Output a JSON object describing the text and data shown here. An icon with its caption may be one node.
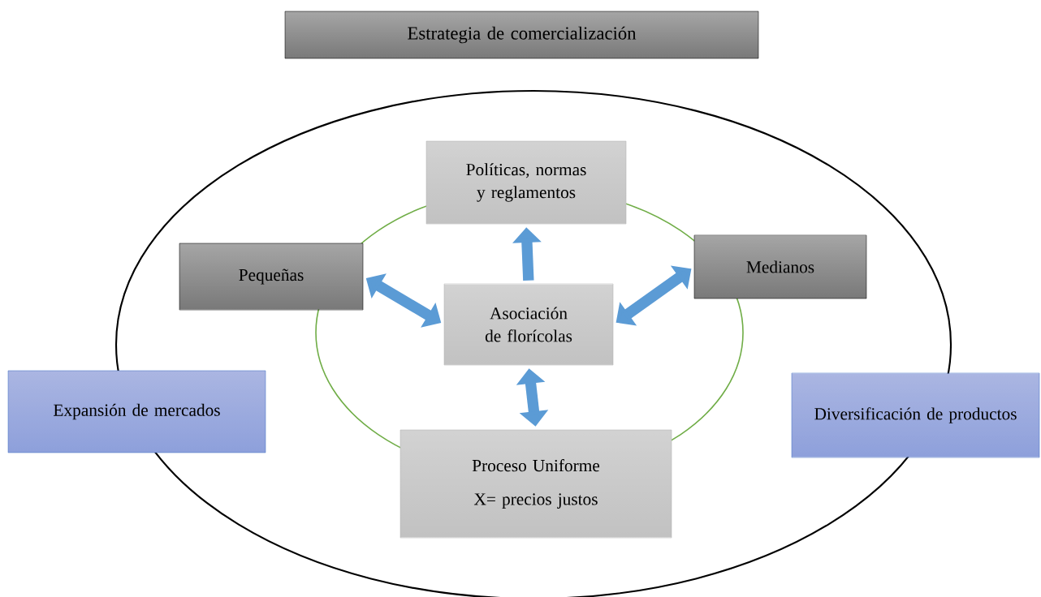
{
  "diagram": {
    "nodes": [
      {
        "text": [
          "Estrategia de comercialización"
        ]
      },
      {
        "text": [
          "Políticas, normas y reglamentos"
        ]
      },
      {
        "text": [
          "Pequeñas"
        ]
      },
      {
        "text": [
          "Asociación de florícolas"
        ]
      },
      {
        "text": [
          "Medianos"
        ]
      },
      {
        "text": [
          "Expansión de mercados"
        ]
      },
      {
        "text": [
          "Diversificación de productos"
        ]
      },
      {
        "text": [
          "Proceso Uniforme",
          "X= precios justos"
        ]
      }
    ],
    "edges": [
      {
        "from": 3,
        "to": 1,
        "arrow": "to"
      },
      {
        "from": 2,
        "to": 3,
        "arrow": "both"
      },
      {
        "from": 3,
        "to": 4,
        "arrow": "both"
      },
      {
        "from": 3,
        "to": 7,
        "arrow": "both"
      }
    ]
  }
}
